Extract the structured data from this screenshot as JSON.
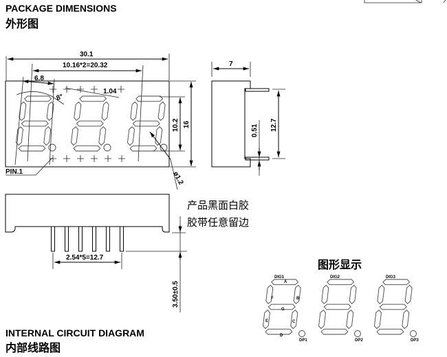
{
  "titles": {
    "package_dimensions": "PACKAGE DIMENSIONS",
    "package_dimensions_cn": "外形图",
    "internal_circuit": "INTERNAL CIRCUIT DIAGRAM",
    "internal_circuit_cn": "内部线路图",
    "display_pattern_cn": "图形显示"
  },
  "front_view": {
    "overall_width": "30.1",
    "digit_pitch": "10.16*2=20.32",
    "digit_width": "6.8",
    "slant_angle": "8°",
    "segment_width": "1.04",
    "digit_height": "10.2",
    "overall_height": "16",
    "dp_diameter": "ø1.2",
    "pin1_label": "PIN.1"
  },
  "side_view": {
    "depth": "7",
    "pin_thickness": "0.51",
    "pin_row_spacing": "12.7"
  },
  "bottom_view": {
    "pin_pitch": "2.54*5=12.7",
    "pin_length": "3.50±0.5"
  },
  "notes_cn": [
    "产品黑面白胶",
    "胶带任意留边"
  ],
  "display": {
    "digits": [
      "DIG1",
      "DIG2",
      "DIG3"
    ],
    "decimal_points": [
      "DP1",
      "DP2",
      "DP3"
    ],
    "segments": [
      "A",
      "B",
      "C",
      "D",
      "E",
      "F",
      "G"
    ]
  }
}
